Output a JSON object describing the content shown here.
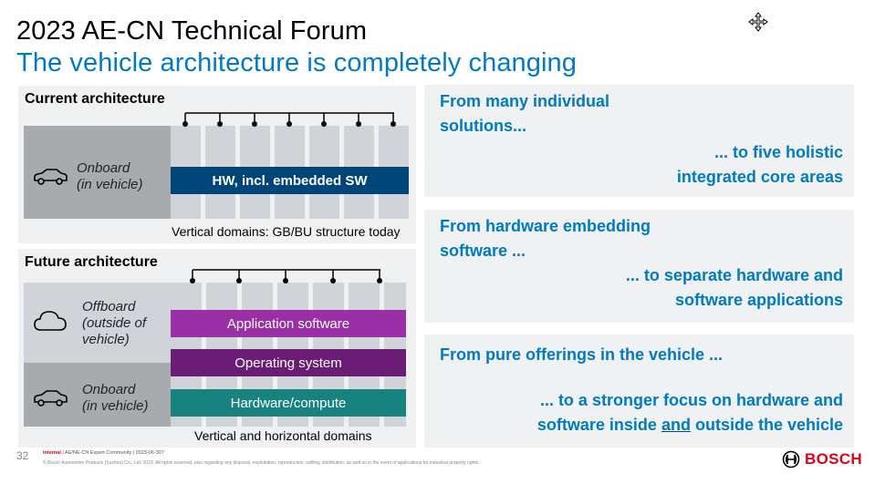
{
  "header": {
    "title": "2023 AE-CN Technical Forum",
    "subtitle": "The vehicle architecture is completely changing"
  },
  "current": {
    "title": "Current architecture",
    "onboard_line1": "Onboard",
    "onboard_line2": "(in vehicle)",
    "bar_label": "HW, incl. embedded SW",
    "caption": "Vertical domains: GB/BU structure today"
  },
  "future": {
    "title": "Future architecture",
    "offboard_line1": "Offboard",
    "offboard_line2": "(outside of",
    "offboard_line3": "vehicle)",
    "onboard_line1": "Onboard",
    "onboard_line2": "(in vehicle)",
    "layers": [
      "Application software",
      "Operating system",
      "Hardware/compute"
    ],
    "caption": "Vertical and horizontal domains"
  },
  "statements": [
    {
      "from_line1": "From many individual",
      "from_line2": "solutions...",
      "to_line1": "... to five holistic",
      "to_line2": "integrated core areas"
    },
    {
      "from_line1": "From hardware embedding",
      "from_line2": "software ...",
      "to_line1": "... to separate hardware and",
      "to_line2": "software applications"
    },
    {
      "from_line1": "From pure offerings in the vehicle ...",
      "to_line1": "... to a stronger focus on hardware and",
      "to_line2_pre": "software inside ",
      "to_line2_em": "and",
      "to_line2_post": " outside the vehicle"
    }
  ],
  "footer": {
    "page_number": "32",
    "classification": "Internal",
    "info": " | AE/NE-CN Expert Community | 2023-06-30?",
    "copyright": "© Bosch Automotive Products (Suzhou) Co., Ltd. 2023. All rights reserved, also regarding any disposal, exploitation, reproduction, editing, distribution, as well as in the event of applications for industrial property rights."
  },
  "brand": {
    "name": "BOSCH",
    "red": "#e20015",
    "blue": "#007bc0",
    "dark_blue": "#00457a",
    "purple": "#9b2fa6",
    "dark_purple": "#6b1c74",
    "teal": "#18837e"
  },
  "icons": [
    "move-cursor-icon",
    "car-icon",
    "cloud-icon",
    "bosch-logo-icon"
  ]
}
